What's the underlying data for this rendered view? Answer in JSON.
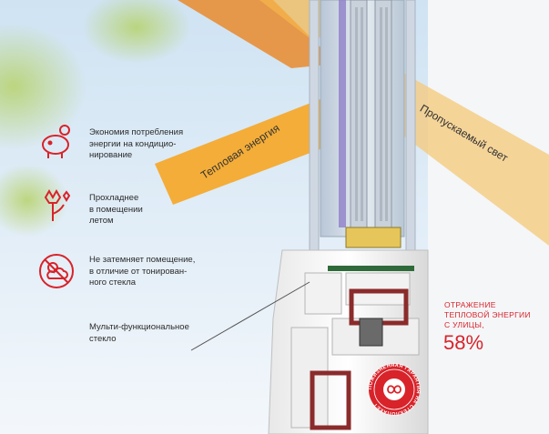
{
  "features": [
    {
      "icon": "piggy-bank-icon",
      "text": "Экономия потребления\nэнергии на кондицио-\nнирование"
    },
    {
      "icon": "flower-icon",
      "text": "Прохладнее\nв помещении\nлетом"
    },
    {
      "icon": "no-sun-cloud-icon",
      "text": "Не затемняет помещение,\nв отличие от тонирован-\nного стекла"
    }
  ],
  "multifunctional_label": "Мульти-функциональное\nстекло",
  "bands": {
    "thermal": "Тепловая энергия",
    "light": "Пропускаемый свет"
  },
  "reflection": {
    "label": "ОТРАЖЕНИЕ\nТЕПЛОВОЙ ЭНЕРГИИ\nС УЛИЦЫ,",
    "value": "58%"
  },
  "seal": {
    "text": "ПОЖИЗНЕННАЯ ГАРАНТИЯ НА СТЕКЛОПАКЕТ",
    "icon": "infinity-icon"
  },
  "colors": {
    "accent": "#d8232a",
    "thermal_band": "#f6a623",
    "light_band": "#f6c878"
  }
}
